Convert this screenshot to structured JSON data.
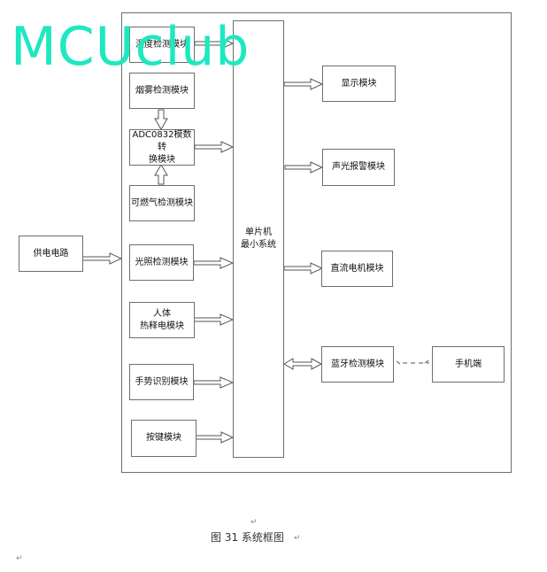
{
  "diagram": {
    "watermark": "MCUclub",
    "power": "供电电路",
    "inputs": [
      "温度检测模块",
      "烟雾检测模块",
      "ADC0832模数转\n换模块",
      "可燃气检测模块",
      "光照检测模块",
      "人体\n热释电模块",
      "手势识别模块",
      "按键模块"
    ],
    "mcu": "单片机\n最小系统",
    "outputs": [
      "显示模块",
      "声光报警模块",
      "直流电机模块",
      "蓝牙检测模块"
    ],
    "phone": "手机端"
  },
  "caption": "图 31 系统框图",
  "pilcrow": "↵"
}
